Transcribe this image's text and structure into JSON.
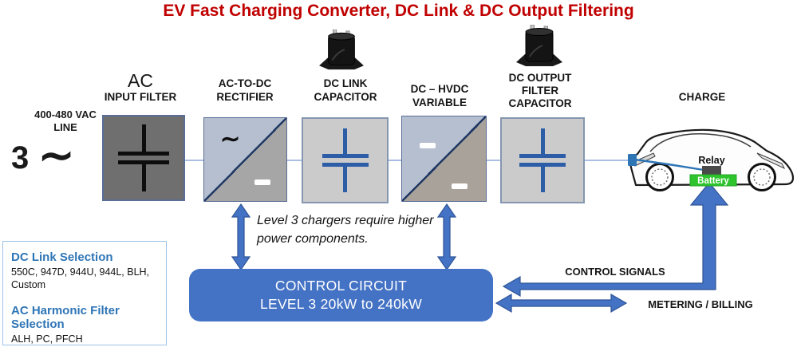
{
  "title": "EV Fast Charging Converter, DC Link & DC Output Filtering",
  "source": {
    "line_label_1": "400-480 VAC",
    "line_label_2": "LINE",
    "phase_count": "3",
    "sine_symbol": "∼"
  },
  "blocks": {
    "input_filter": {
      "label_top": "AC",
      "label_bottom": "INPUT FILTER"
    },
    "rectifier": {
      "label_line1": "AC-TO-DC",
      "label_line2": "RECTIFIER",
      "sine_symbol": "∼"
    },
    "dc_link_cap": {
      "label_line1": "DC  LINK",
      "label_line2": "CAPACITOR"
    },
    "dc_hvdc": {
      "label_line1": "DC – HVDC",
      "label_line2": "VARIABLE"
    },
    "dc_out_cap": {
      "label_line1": "DC OUTPUT",
      "label_line2": "FILTER",
      "label_line3": "CAPACITOR"
    },
    "charge": {
      "label": "CHARGE"
    }
  },
  "note": {
    "line1": "Level 3 chargers require higher",
    "line2": "power components."
  },
  "control_circuit": {
    "line1": "CONTROL CIRCUIT",
    "line2": "LEVEL 3 20kW to 240kW"
  },
  "signals": {
    "control": "CONTROL SIGNALS",
    "metering": "METERING / BILLING"
  },
  "car": {
    "relay_label": "Relay",
    "battery_label": "Battery"
  },
  "selection_panel": {
    "dc_link_title": "DC Link Selection",
    "dc_link_items_line1": "550C, 947D, 944U, 944L, BLH,",
    "dc_link_items_line2": "Custom",
    "ac_filter_title": "AC Harmonic Filter Selection",
    "ac_filter_items": "ALH, PC, PFCH"
  },
  "colors": {
    "title_red": "#c00000",
    "arrow_blue": "#4472c4",
    "arrow_outline": "#2f5597",
    "connector_blue": "#8faadc",
    "capacitor_symbol_blue": "#2e5da8",
    "panel_heading_blue": "#2e75b6",
    "battery_green": "#2ec42e",
    "block_dark_gray": "#6f6f6f",
    "block_light_gray": "#cbcbcb",
    "diag_upper": "#b5bfd0",
    "diag_line": "#1f3864"
  }
}
